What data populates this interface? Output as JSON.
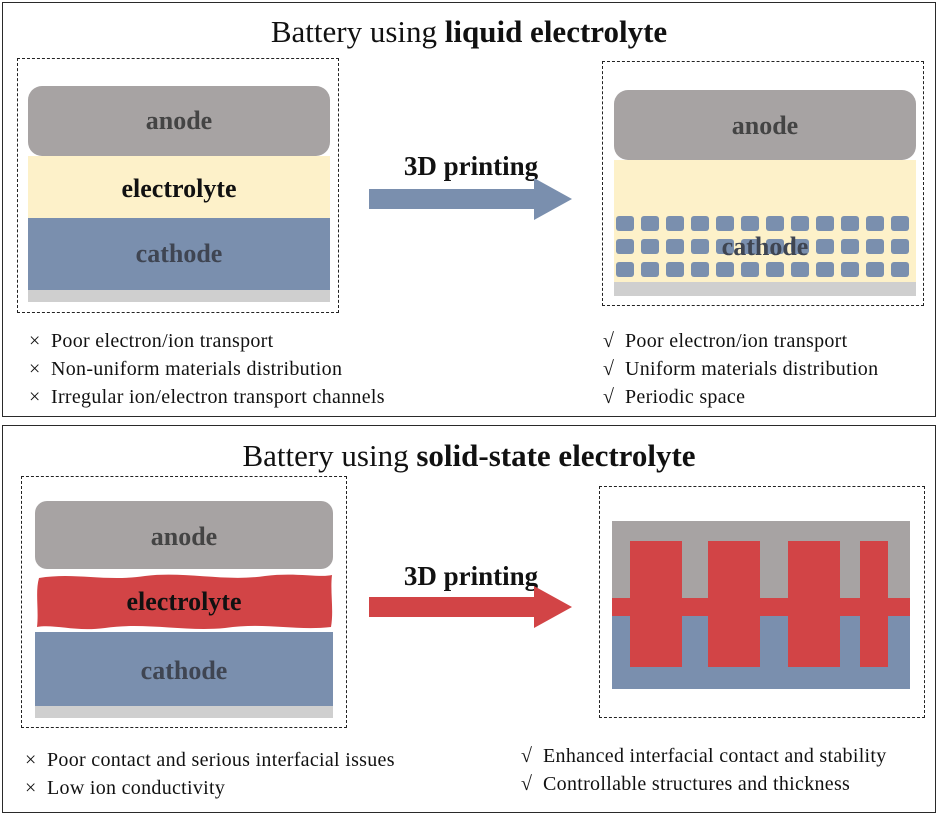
{
  "liquid_panel": {
    "title_prefix": "Battery using ",
    "title_bold": "liquid electrolyte",
    "before": {
      "anode": "anode",
      "electrolyte": "electrolyte",
      "cathode": "cathode"
    },
    "arrow_label": "3D printing",
    "after": {
      "anode": "anode",
      "cathode": "cathode"
    },
    "cons": [
      {
        "mark": "×",
        "text": "Poor electron/ion transport"
      },
      {
        "mark": "×",
        "text": "Non-uniform materials distribution"
      },
      {
        "mark": "×",
        "text": "Irregular ion/electron transport channels"
      }
    ],
    "pros": [
      {
        "mark": "√",
        "text": "Poor electron/ion transport"
      },
      {
        "mark": "√",
        "text": "Uniform materials distribution"
      },
      {
        "mark": "√",
        "text": "Periodic space"
      }
    ]
  },
  "solid_panel": {
    "title_prefix": "Battery using ",
    "title_bold": "solid-state electrolyte",
    "before": {
      "anode": "anode",
      "electrolyte": "electrolyte",
      "cathode": "cathode"
    },
    "arrow_label": "3D printing",
    "cons": [
      {
        "mark": "×",
        "text": "Poor contact and serious interfacial issues"
      },
      {
        "mark": "×",
        "text": "Low ion conductivity"
      }
    ],
    "pros": [
      {
        "mark": "√",
        "text": "Enhanced interfacial contact and stability"
      },
      {
        "mark": "√",
        "text": "Controllable structures and thickness"
      }
    ]
  },
  "colors": {
    "anode": "#a7a3a3",
    "electrolyte_liquid": "#fdf1c9",
    "cathode": "#7a8fae",
    "collector": "#cfcfcf",
    "electrolyte_solid": "#d24446",
    "arrow_liquid": "#7a8fae",
    "arrow_solid": "#d24446",
    "label_gray": "#444444"
  }
}
